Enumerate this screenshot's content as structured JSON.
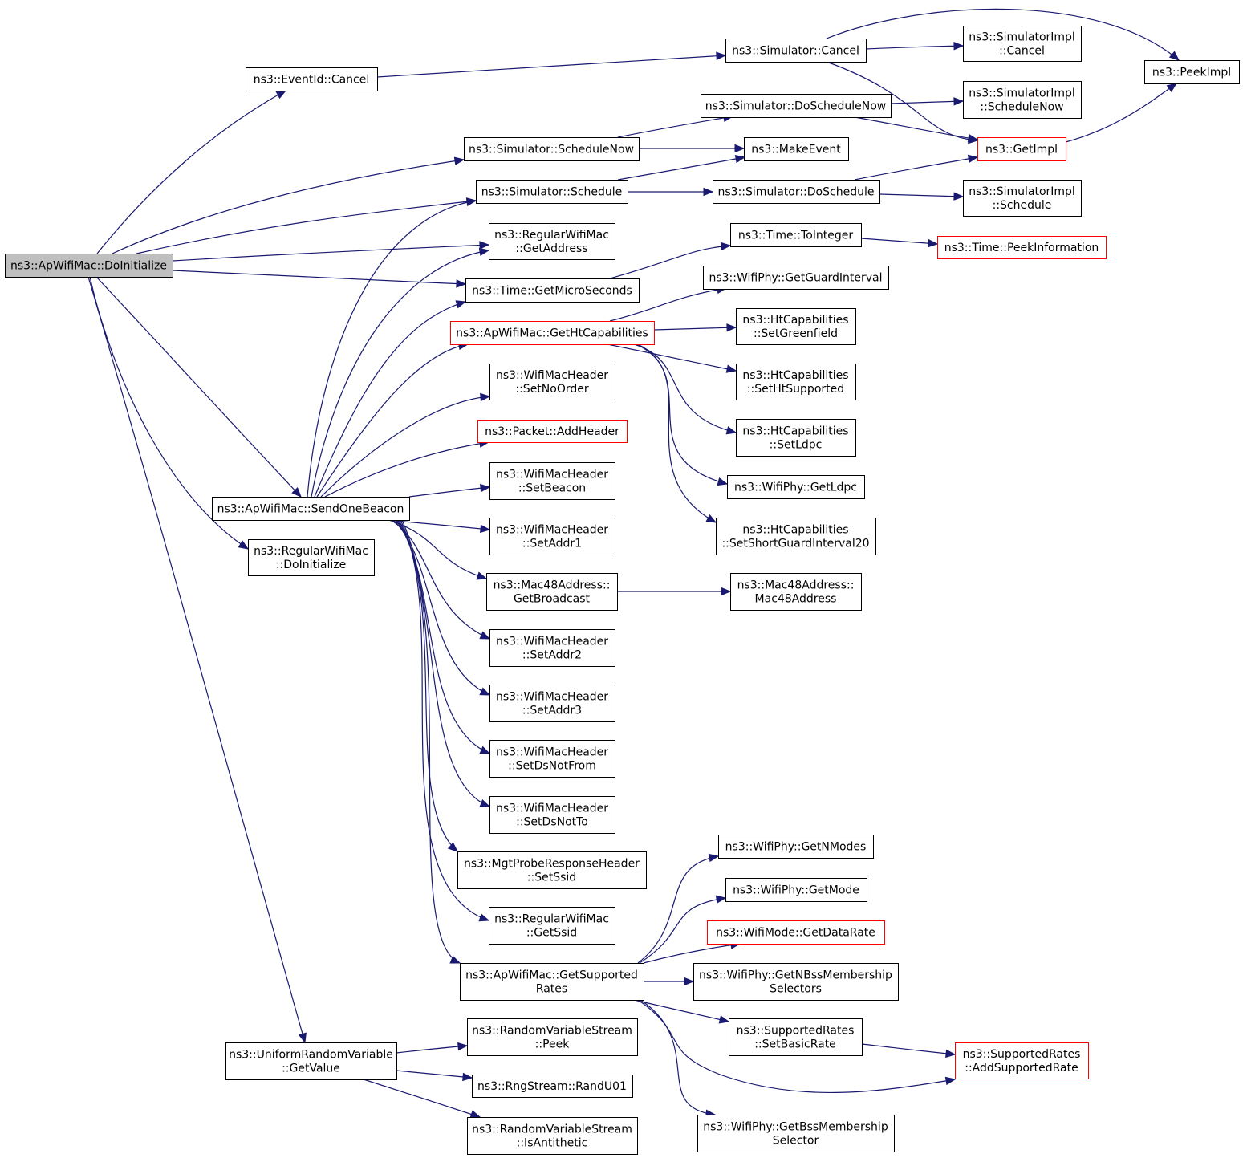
{
  "colors": {
    "edge": "#191970",
    "node_border": "#000000",
    "node_border_highlight": "#ff0000",
    "root_fill": "#bfbfbf",
    "node_fill": "#ffffff"
  },
  "nodes": {
    "root": {
      "lines": [
        "ns3::ApWifiMac::DoInitialize"
      ],
      "style": "root"
    },
    "eventid_cancel": {
      "lines": [
        "ns3::EventId::Cancel"
      ]
    },
    "sim_cancel": {
      "lines": [
        "ns3::Simulator::Cancel"
      ]
    },
    "simimpl_cancel": {
      "lines": [
        "ns3::SimulatorImpl",
        "::Cancel"
      ]
    },
    "peekimpl": {
      "lines": [
        "ns3::PeekImpl"
      ]
    },
    "sim_doschedulenow": {
      "lines": [
        "ns3::Simulator::DoScheduleNow"
      ]
    },
    "simimpl_schedulenow": {
      "lines": [
        "ns3::SimulatorImpl",
        "::ScheduleNow"
      ]
    },
    "getimpl": {
      "lines": [
        "ns3::GetImpl"
      ],
      "style": "red"
    },
    "sim_schedulenow": {
      "lines": [
        "ns3::Simulator::ScheduleNow"
      ]
    },
    "makeevent": {
      "lines": [
        "ns3::MakeEvent"
      ]
    },
    "sim_schedule": {
      "lines": [
        "ns3::Simulator::Schedule"
      ]
    },
    "sim_doschedule": {
      "lines": [
        "ns3::Simulator::DoSchedule"
      ]
    },
    "simimpl_schedule": {
      "lines": [
        "ns3::SimulatorImpl",
        "::Schedule"
      ]
    },
    "regular_getaddress": {
      "lines": [
        "ns3::RegularWifiMac",
        "::GetAddress"
      ]
    },
    "time_tointeger": {
      "lines": [
        "ns3::Time::ToInteger"
      ]
    },
    "time_peekinformation": {
      "lines": [
        "ns3::Time::PeekInformation"
      ],
      "style": "red"
    },
    "time_getmicroseconds": {
      "lines": [
        "ns3::Time::GetMicroSeconds"
      ]
    },
    "wifiphy_getguardinterval": {
      "lines": [
        "ns3::WifiPhy::GetGuardInterval"
      ]
    },
    "ap_gethtcapabilities": {
      "lines": [
        "ns3::ApWifiMac::GetHtCapabilities"
      ],
      "style": "red"
    },
    "ht_setgreenfield": {
      "lines": [
        "ns3::HtCapabilities",
        "::SetGreenfield"
      ]
    },
    "hdr_setnoorder": {
      "lines": [
        "ns3::WifiMacHeader",
        "::SetNoOrder"
      ]
    },
    "ht_sethtsupported": {
      "lines": [
        "ns3::HtCapabilities",
        "::SetHtSupported"
      ]
    },
    "ht_setldpc": {
      "lines": [
        "ns3::HtCapabilities",
        "::SetLdpc"
      ]
    },
    "packet_addheader": {
      "lines": [
        "ns3::Packet::AddHeader"
      ],
      "style": "red"
    },
    "hdr_setbeacon": {
      "lines": [
        "ns3::WifiMacHeader",
        "::SetBeacon"
      ]
    },
    "wifiphy_getldpc": {
      "lines": [
        "ns3::WifiPhy::GetLdpc"
      ]
    },
    "ap_sendonebeacon": {
      "lines": [
        "ns3::ApWifiMac::SendOneBeacon"
      ]
    },
    "hdr_setaddr1": {
      "lines": [
        "ns3::WifiMacHeader",
        "::SetAddr1"
      ]
    },
    "ht_setshortgi20": {
      "lines": [
        "ns3::HtCapabilities",
        "::SetShortGuardInterval20"
      ]
    },
    "regular_doinitialize": {
      "lines": [
        "ns3::RegularWifiMac",
        "::DoInitialize"
      ]
    },
    "mac48_getbroadcast": {
      "lines": [
        "ns3::Mac48Address::",
        "GetBroadcast"
      ]
    },
    "mac48_mac48address": {
      "lines": [
        "ns3::Mac48Address::",
        "Mac48Address"
      ]
    },
    "hdr_setaddr2": {
      "lines": [
        "ns3::WifiMacHeader",
        "::SetAddr2"
      ]
    },
    "hdr_setaddr3": {
      "lines": [
        "ns3::WifiMacHeader",
        "::SetAddr3"
      ]
    },
    "hdr_setdsnotfrom": {
      "lines": [
        "ns3::WifiMacHeader",
        "::SetDsNotFrom"
      ]
    },
    "hdr_setdsnotto": {
      "lines": [
        "ns3::WifiMacHeader",
        "::SetDsNotTo"
      ]
    },
    "wifiphy_getnmodes": {
      "lines": [
        "ns3::WifiPhy::GetNModes"
      ]
    },
    "probe_setssid": {
      "lines": [
        "ns3::MgtProbeResponseHeader",
        "::SetSsid"
      ]
    },
    "wifiphy_getmode": {
      "lines": [
        "ns3::WifiPhy::GetMode"
      ]
    },
    "regular_getssid": {
      "lines": [
        "ns3::RegularWifiMac",
        "::GetSsid"
      ]
    },
    "wifimode_getdatarate": {
      "lines": [
        "ns3::WifiMode::GetDataRate"
      ],
      "style": "red"
    },
    "ap_getsupportedrates": {
      "lines": [
        "ns3::ApWifiMac::GetSupported",
        "Rates"
      ]
    },
    "wifiphy_getnbss": {
      "lines": [
        "ns3::WifiPhy::GetNBssMembership",
        "Selectors"
      ]
    },
    "rates_setbasicrate": {
      "lines": [
        "ns3::SupportedRates",
        "::SetBasicRate"
      ]
    },
    "rates_addsupportedrate": {
      "lines": [
        "ns3::SupportedRates",
        "::AddSupportedRate"
      ],
      "style": "red"
    },
    "rvs_peek": {
      "lines": [
        "ns3::RandomVariableStream",
        "::Peek"
      ]
    },
    "uniform_getvalue": {
      "lines": [
        "ns3::UniformRandomVariable",
        "::GetValue"
      ]
    },
    "rng_randu01": {
      "lines": [
        "ns3::RngStream::RandU01"
      ]
    },
    "rvs_isantithetic": {
      "lines": [
        "ns3::RandomVariableStream",
        "::IsAntithetic"
      ]
    },
    "wifiphy_getbss": {
      "lines": [
        "ns3::WifiPhy::GetBssMembership",
        "Selector"
      ]
    }
  },
  "edges": [
    [
      "root",
      "eventid_cancel"
    ],
    [
      "root",
      "sim_schedulenow"
    ],
    [
      "root",
      "sim_schedule"
    ],
    [
      "root",
      "regular_getaddress"
    ],
    [
      "root",
      "time_getmicroseconds"
    ],
    [
      "root",
      "ap_sendonebeacon"
    ],
    [
      "root",
      "regular_doinitialize"
    ],
    [
      "root",
      "uniform_getvalue"
    ],
    [
      "eventid_cancel",
      "sim_cancel"
    ],
    [
      "sim_cancel",
      "simimpl_cancel"
    ],
    [
      "sim_cancel",
      "peekimpl"
    ],
    [
      "sim_cancel",
      "getimpl"
    ],
    [
      "getimpl",
      "peekimpl"
    ],
    [
      "sim_doschedulenow",
      "simimpl_schedulenow"
    ],
    [
      "sim_doschedulenow",
      "getimpl"
    ],
    [
      "sim_schedulenow",
      "sim_doschedulenow"
    ],
    [
      "sim_schedulenow",
      "makeevent"
    ],
    [
      "sim_schedule",
      "makeevent"
    ],
    [
      "sim_schedule",
      "sim_doschedule"
    ],
    [
      "sim_doschedule",
      "getimpl"
    ],
    [
      "sim_doschedule",
      "simimpl_schedule"
    ],
    [
      "time_getmicroseconds",
      "time_tointeger"
    ],
    [
      "time_tointeger",
      "time_peekinformation"
    ],
    [
      "ap_gethtcapabilities",
      "wifiphy_getguardinterval"
    ],
    [
      "ap_gethtcapabilities",
      "ht_setgreenfield"
    ],
    [
      "ap_gethtcapabilities",
      "ht_sethtsupported"
    ],
    [
      "ap_gethtcapabilities",
      "ht_setldpc"
    ],
    [
      "ap_gethtcapabilities",
      "wifiphy_getldpc"
    ],
    [
      "ap_gethtcapabilities",
      "ht_setshortgi20"
    ],
    [
      "ap_sendonebeacon",
      "sim_schedule"
    ],
    [
      "ap_sendonebeacon",
      "regular_getaddress"
    ],
    [
      "ap_sendonebeacon",
      "time_getmicroseconds"
    ],
    [
      "ap_sendonebeacon",
      "ap_gethtcapabilities"
    ],
    [
      "ap_sendonebeacon",
      "hdr_setnoorder"
    ],
    [
      "ap_sendonebeacon",
      "packet_addheader"
    ],
    [
      "ap_sendonebeacon",
      "hdr_setbeacon"
    ],
    [
      "ap_sendonebeacon",
      "hdr_setaddr1"
    ],
    [
      "ap_sendonebeacon",
      "mac48_getbroadcast"
    ],
    [
      "ap_sendonebeacon",
      "hdr_setaddr2"
    ],
    [
      "ap_sendonebeacon",
      "hdr_setaddr3"
    ],
    [
      "ap_sendonebeacon",
      "hdr_setdsnotfrom"
    ],
    [
      "ap_sendonebeacon",
      "hdr_setdsnotto"
    ],
    [
      "ap_sendonebeacon",
      "probe_setssid"
    ],
    [
      "ap_sendonebeacon",
      "regular_getssid"
    ],
    [
      "ap_sendonebeacon",
      "ap_getsupportedrates"
    ],
    [
      "mac48_getbroadcast",
      "mac48_mac48address"
    ],
    [
      "ap_getsupportedrates",
      "wifiphy_getnmodes"
    ],
    [
      "ap_getsupportedrates",
      "wifiphy_getmode"
    ],
    [
      "ap_getsupportedrates",
      "wifimode_getdatarate"
    ],
    [
      "ap_getsupportedrates",
      "wifiphy_getnbss"
    ],
    [
      "ap_getsupportedrates",
      "rates_setbasicrate"
    ],
    [
      "ap_getsupportedrates",
      "rates_addsupportedrate"
    ],
    [
      "ap_getsupportedrates",
      "wifiphy_getbss"
    ],
    [
      "rates_setbasicrate",
      "rates_addsupportedrate"
    ],
    [
      "uniform_getvalue",
      "rvs_peek"
    ],
    [
      "uniform_getvalue",
      "rng_randu01"
    ],
    [
      "uniform_getvalue",
      "rvs_isantithetic"
    ]
  ]
}
